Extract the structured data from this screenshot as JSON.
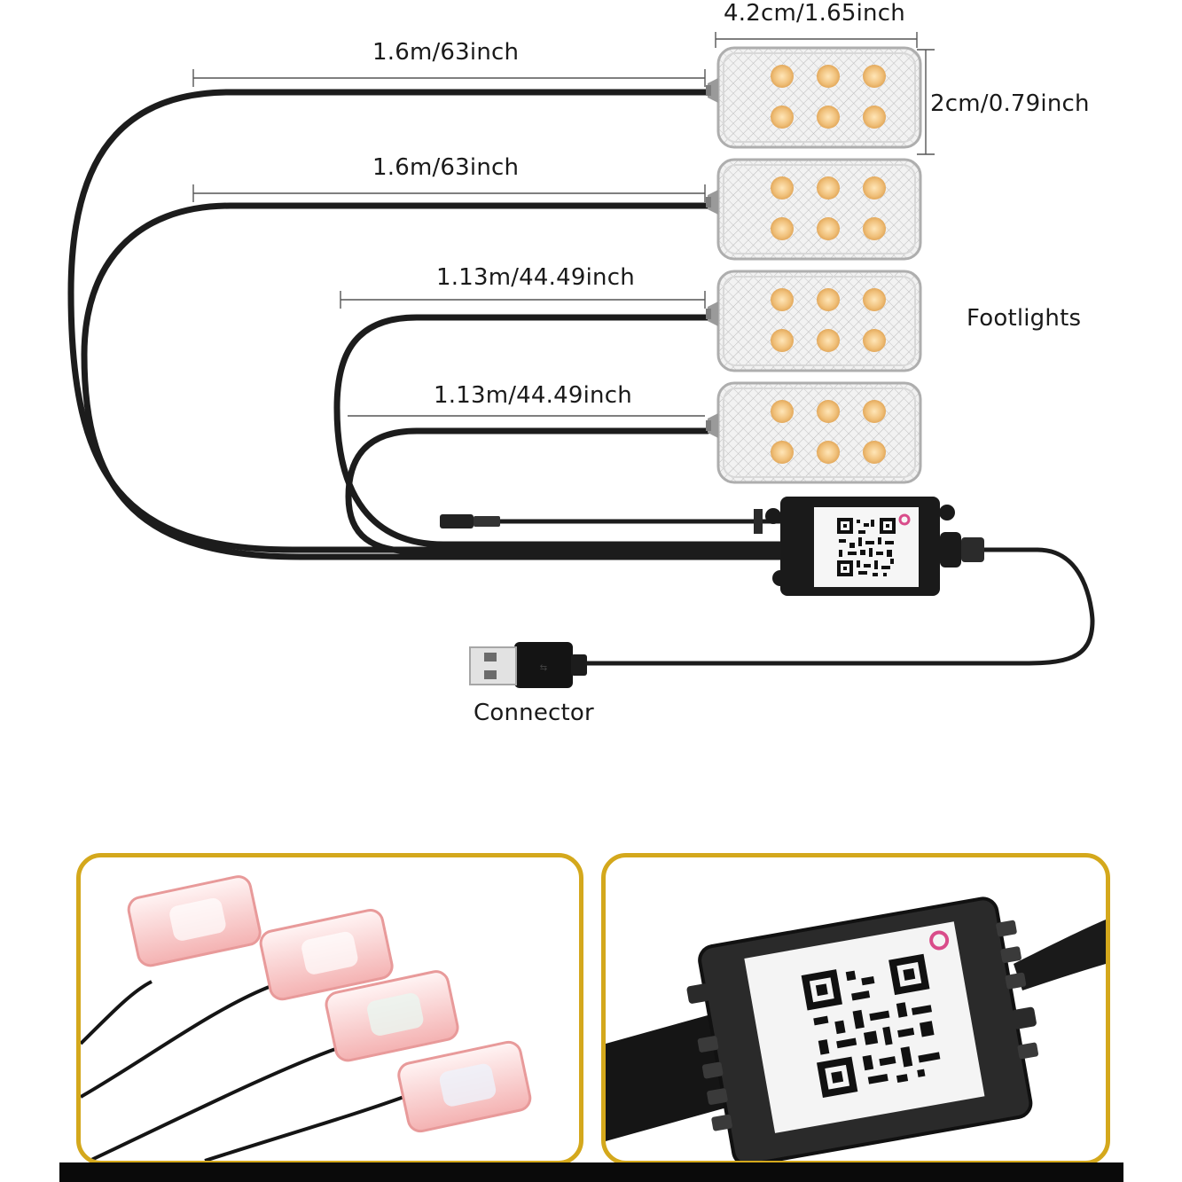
{
  "dimensions": {
    "width_label": "4.2cm/1.65inch",
    "height_label": "2cm/0.79inch"
  },
  "cables": [
    {
      "length_label": "1.6m/63inch"
    },
    {
      "length_label": "1.6m/63inch"
    },
    {
      "length_label": "1.13m/44.49inch"
    },
    {
      "length_label": "1.13m/44.49inch"
    }
  ],
  "footlights_label": "Footlights",
  "connector_label": "Connector",
  "colors": {
    "cable": "#1c1c1c",
    "frame": "#d4a81c",
    "led": "#f3c98e",
    "light_body": "#eeeeee"
  },
  "icons": [
    "usb-plug-icon",
    "qr-code-icon",
    "controller-box-icon",
    "led-pod-icon",
    "dc-connector-icon"
  ]
}
